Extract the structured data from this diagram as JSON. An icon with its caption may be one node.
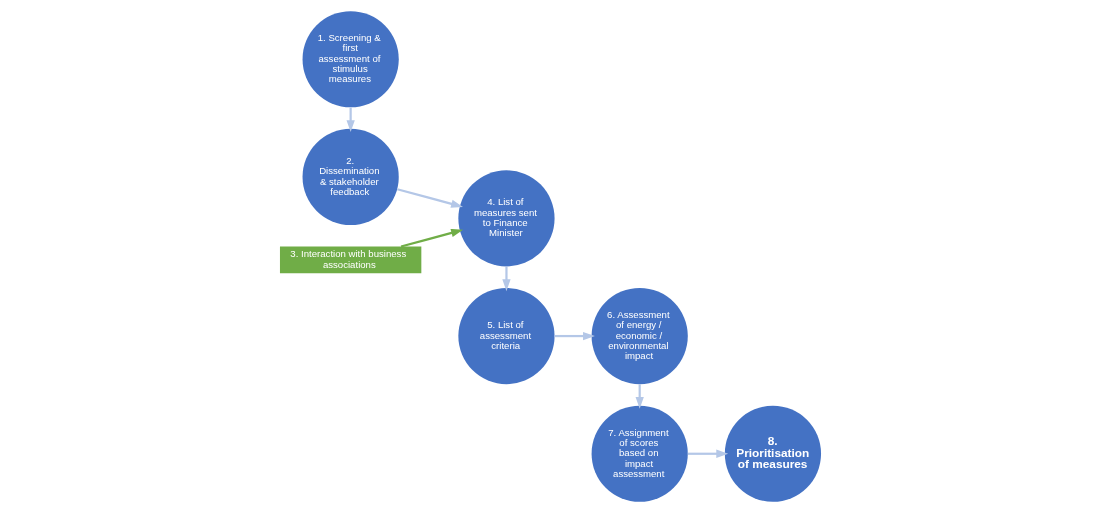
{
  "diagram": {
    "nodes": [
      {
        "text": [
          "1. Screening & first assessment of stimulus measures"
        ]
      },
      {
        "text": [
          "2. Dissemination & stakeholder feedback"
        ]
      },
      {
        "text": [
          "3. Interaction with business associations"
        ]
      },
      {
        "text": [
          "4. List of measures sent to Finance Minister"
        ]
      },
      {
        "text": [
          "5. List of assessment criteria"
        ]
      },
      {
        "text": [
          "6. Assessment of energy / economic / environmental impact"
        ]
      },
      {
        "text": [
          "7. Assignment of scores based on impact assessment"
        ]
      },
      {
        "text": [
          "8. Prioritisation of measures"
        ]
      }
    ],
    "edges": [
      {
        "from": 0,
        "to": 1,
        "arrow": "to"
      },
      {
        "from": 1,
        "to": 3,
        "arrow": "to"
      },
      {
        "from": 2,
        "to": 3,
        "arrow": "to",
        "color": "#70ad47"
      },
      {
        "from": 3,
        "to": 4,
        "arrow": "to"
      },
      {
        "from": 4,
        "to": 5,
        "arrow": "to"
      },
      {
        "from": 5,
        "to": 6,
        "arrow": "to"
      },
      {
        "from": 6,
        "to": 7,
        "arrow": "to"
      }
    ]
  }
}
